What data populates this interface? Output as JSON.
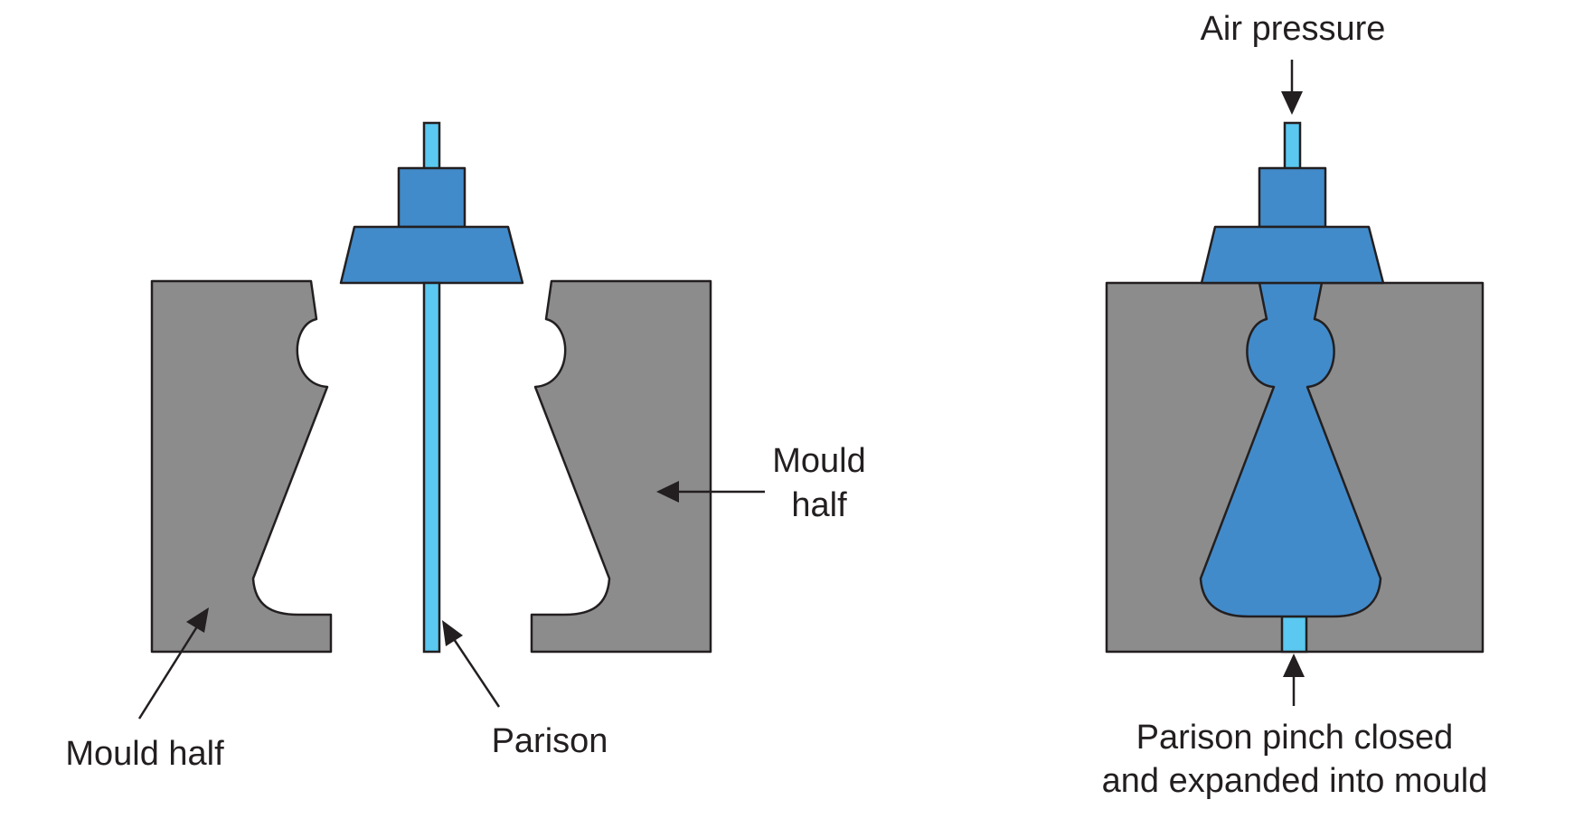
{
  "colors": {
    "mould": "#8c8c8c",
    "die": "#428bca",
    "parison": "#5ac8f0",
    "outline": "#231f20",
    "background": "#ffffff"
  },
  "labels": {
    "mould_half_right_line1": "Mould",
    "mould_half_right_line2": "half",
    "mould_half_left": "Mould half",
    "parison": "Parison",
    "air_pressure": "Air pressure",
    "pinch_line1": "Parison pinch closed",
    "pinch_line2": "and expanded into mould"
  }
}
